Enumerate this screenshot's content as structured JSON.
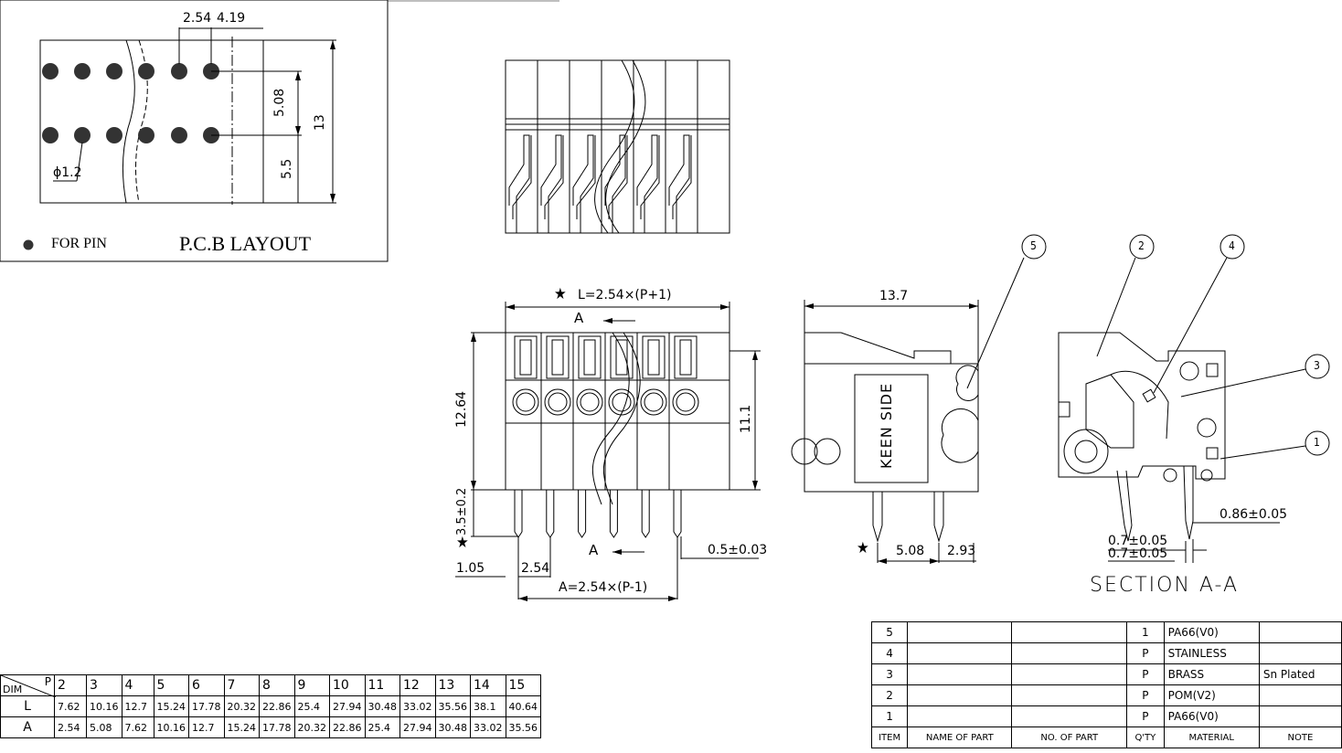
{
  "pcb_layout": {
    "title": "P.C.B LAYOUT",
    "legend_label": "FOR PIN",
    "dim_pitch": "2.54",
    "dim_offset": "4.19",
    "dim_row_spacing": "5.08",
    "dim_overall_height": "13",
    "dim_bottom": "5.5",
    "dim_hole": "ϕ1.2"
  },
  "front_view": {
    "dim_length": "L=2.54×(P+1)",
    "section_mark_top": "A",
    "section_mark_bottom": "A",
    "dim_height_total": "12.64",
    "dim_body_height": "11.1",
    "dim_pin_length": "3.5±0.2",
    "dim_pin_offset": "1.05",
    "dim_pitch": "2.54",
    "dim_pin_thickness": "0.5±0.03",
    "dim_pin_span": "A=2.54×(P-1)",
    "star": "★"
  },
  "side_view": {
    "dim_depth": "13.7",
    "label": "KEEN SIDE",
    "dim_pin_spacing": "5.08",
    "dim_pin_offset": "2.93",
    "star": "★"
  },
  "section_view": {
    "title": "SECTION A-A",
    "dim_pin_width": "0.86±0.05",
    "dim_a": "0.7±0.05",
    "dim_b": "0.7±0.05",
    "callouts": [
      "5",
      "2",
      "4",
      "3",
      "1"
    ]
  },
  "dimension_table": {
    "corner_p": "P",
    "corner_dim": "DIM",
    "poles": [
      "2",
      "3",
      "4",
      "5",
      "6",
      "7",
      "8",
      "9",
      "10",
      "11",
      "12",
      "13",
      "14",
      "15"
    ],
    "rows": [
      {
        "label": "L",
        "values": [
          "7.62",
          "10.16",
          "12.7",
          "15.24",
          "17.78",
          "20.32",
          "22.86",
          "25.4",
          "27.94",
          "30.48",
          "33.02",
          "35.56",
          "38.1",
          "40.64"
        ]
      },
      {
        "label": "A",
        "values": [
          "2.54",
          "5.08",
          "7.62",
          "10.16",
          "12.7",
          "15.24",
          "17.78",
          "20.32",
          "22.86",
          "25.4",
          "27.94",
          "30.48",
          "33.02",
          "35.56"
        ]
      }
    ]
  },
  "bom_table": {
    "rows": [
      {
        "item": "5",
        "name": "",
        "no": "",
        "qty": "1",
        "material": "PA66(V0)",
        "note": ""
      },
      {
        "item": "4",
        "name": "",
        "no": "",
        "qty": "P",
        "material": "STAINLESS",
        "note": ""
      },
      {
        "item": "3",
        "name": "",
        "no": "",
        "qty": "P",
        "material": "BRASS",
        "note": "Sn Plated"
      },
      {
        "item": "2",
        "name": "",
        "no": "",
        "qty": "P",
        "material": "POM(V2)",
        "note": ""
      },
      {
        "item": "1",
        "name": "",
        "no": "",
        "qty": "P",
        "material": "PA66(V0)",
        "note": ""
      }
    ],
    "header": {
      "item": "ITEM",
      "name": "NAME OF PART",
      "no": "NO. OF PART",
      "qty": "Q'TY",
      "material": "MATERIAL",
      "note": "NOTE"
    }
  }
}
